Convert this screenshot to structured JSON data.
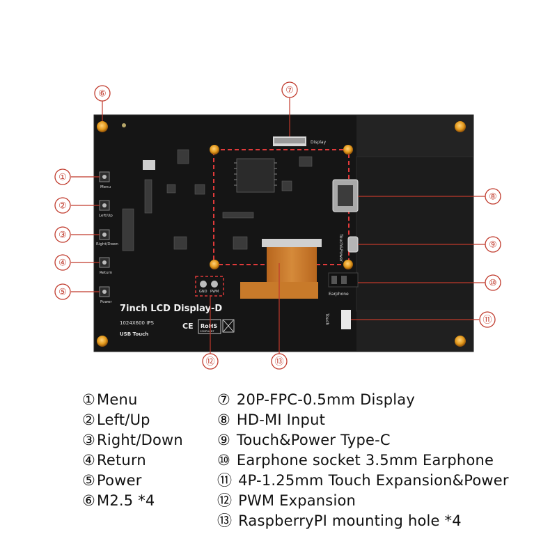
{
  "board": {
    "title": "7inch LCD Display-D",
    "resolution": "1024X600 IPS",
    "touch_label": "USB Touch",
    "silk": {
      "display": "Display",
      "touch_power": "Touch&Power",
      "earphone": "Earphone",
      "touch": "Touch",
      "gnd": "GND",
      "pwm": "PWM",
      "button_menu": "Menu",
      "button_left": "Left/Up",
      "button_right": "Right/Down",
      "button_return": "Return",
      "button_power": "Power",
      "cert_ce": "CE",
      "cert_rohs": "RoHS",
      "cert_compliant": "COMPLIANT"
    }
  },
  "callouts": {
    "c1": "①",
    "c2": "②",
    "c3": "③",
    "c4": "④",
    "c5": "⑤",
    "c6": "⑥",
    "c7": "⑦",
    "c8": "⑧",
    "c9": "⑨",
    "c10": "⑩",
    "c11": "⑪",
    "c12": "⑫",
    "c13": "⑬"
  },
  "legend": {
    "left": [
      {
        "num": "①",
        "text": "Menu"
      },
      {
        "num": "②",
        "text": "Left/Up"
      },
      {
        "num": "③",
        "text": "Right/Down"
      },
      {
        "num": "④",
        "text": "Return"
      },
      {
        "num": "⑤",
        "text": "Power"
      },
      {
        "num": "⑥",
        "text": "M2.5 *4"
      }
    ],
    "right": [
      {
        "num": "⑦",
        "text": " 20P-FPC-0.5mm Display"
      },
      {
        "num": "⑧",
        "text": " HD-MI Input"
      },
      {
        "num": "⑨",
        "text": " Touch&Power Type-C"
      },
      {
        "num": "⑩",
        "text": " Earphone socket 3.5mm Earphone"
      },
      {
        "num": "⑪",
        "text": " 4P-1.25mm Touch Expansion&Power"
      },
      {
        "num": "⑫",
        "text": " PWM Expansion"
      },
      {
        "num": "⑬",
        "text": " RaspberryPI mounting hole *4"
      }
    ]
  },
  "colors": {
    "pcb": "#151515",
    "panel": "#1f1f1f",
    "callout": "#c0392b",
    "screw": "#e39a1d",
    "fpc": "#c87a2a"
  }
}
